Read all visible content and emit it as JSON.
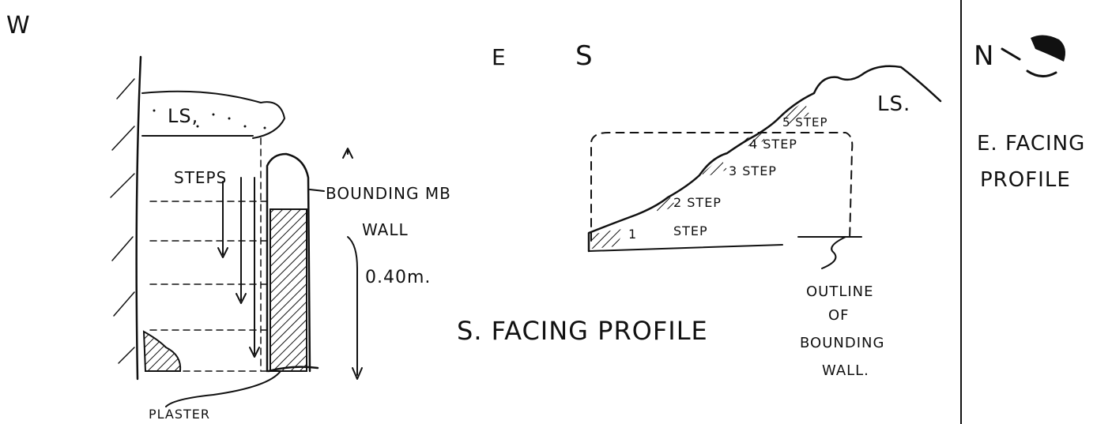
{
  "compass": {
    "west": "W",
    "east": "E",
    "south": "S",
    "north": "N"
  },
  "south_profile": {
    "limestone_label": "LS.",
    "steps": [
      "1",
      "2 STEP",
      "3 STEP",
      "4 STEP",
      "5 STEP"
    ],
    "step_caption": "STEP",
    "outline_label": [
      "OUTLINE",
      "OF",
      "BOUNDING",
      "WALL."
    ],
    "title": "S. FACING PROFILE"
  },
  "west_profile": {
    "limestone_label": "LS,",
    "steps_label": "STEPS",
    "bounding_wall_label": [
      "BOUNDING MB",
      "WALL"
    ],
    "depth_label": "0.40m.",
    "plaster_label": "PLASTER"
  },
  "east_profile": {
    "title": [
      "E. FACING",
      "PROFILE"
    ]
  },
  "colors": {
    "ink": "#111111",
    "paper": "#ffffff"
  }
}
